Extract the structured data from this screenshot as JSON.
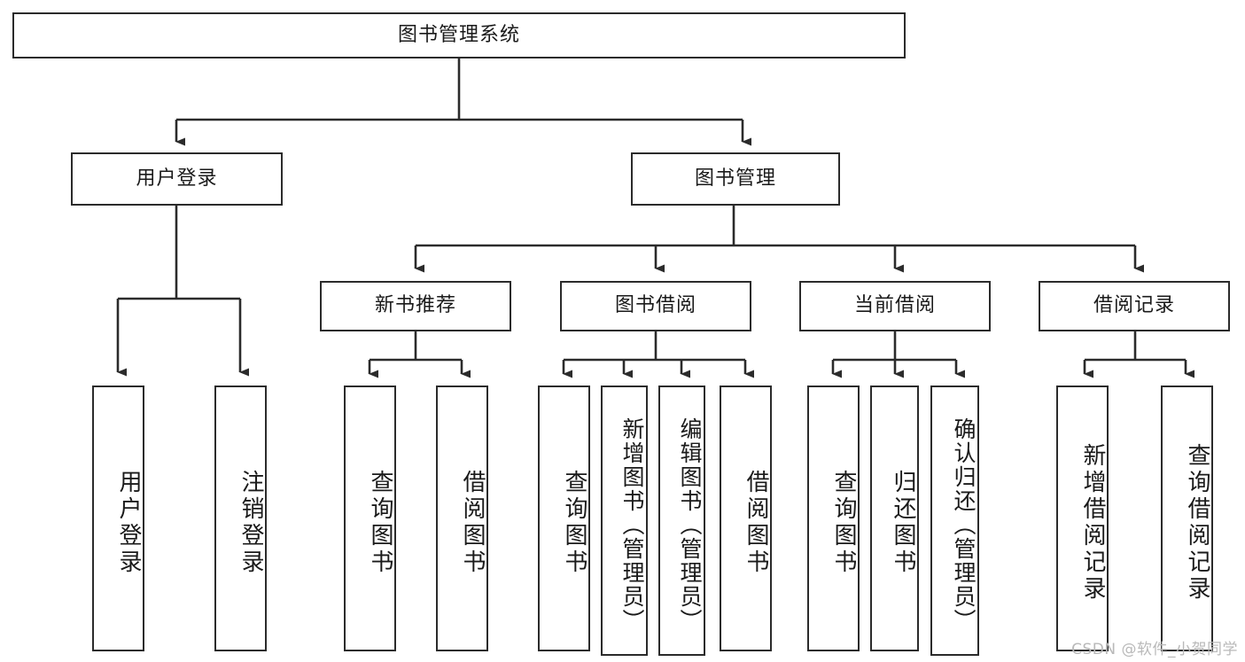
{
  "diagram": {
    "type": "tree-flowchart",
    "title": "图书管理系统",
    "watermark": "CSDN @软件_小贺同学",
    "colors": {
      "stroke": "#2b2b2b",
      "fill": "#ffffff",
      "text": "#1a1a1a",
      "watermark": "#b9b9b9"
    },
    "levels": {
      "root": {
        "label": "图书管理系统"
      },
      "level2": [
        {
          "id": "user-login",
          "label": "用户登录"
        },
        {
          "id": "book-management",
          "label": "图书管理"
        }
      ],
      "level3": [
        {
          "id": "new-book-recommend",
          "label": "新书推荐"
        },
        {
          "id": "book-borrow",
          "label": "图书借阅"
        },
        {
          "id": "current-borrow",
          "label": "当前借阅"
        },
        {
          "id": "borrow-record",
          "label": "借阅记录"
        }
      ],
      "leaves": [
        {
          "id": "leaf-user-login",
          "label": "用户登录",
          "parent": "user-login"
        },
        {
          "id": "leaf-user-logout",
          "label": "注销登录",
          "parent": "user-login"
        },
        {
          "id": "leaf-query-book-1",
          "label": "查询图书",
          "parent": "new-book-recommend"
        },
        {
          "id": "leaf-borrow-book-1",
          "label": "借阅图书",
          "parent": "new-book-recommend"
        },
        {
          "id": "leaf-query-book-2",
          "label": "查询图书",
          "parent": "book-borrow"
        },
        {
          "id": "leaf-add-book",
          "label": "新增图书（管理员）",
          "parent": "book-borrow"
        },
        {
          "id": "leaf-edit-book",
          "label": "编辑图书（管理员）",
          "parent": "book-borrow"
        },
        {
          "id": "leaf-borrow-book-2",
          "label": "借阅图书",
          "parent": "book-borrow"
        },
        {
          "id": "leaf-query-book-3",
          "label": "查询图书",
          "parent": "current-borrow"
        },
        {
          "id": "leaf-return-book",
          "label": "归还图书",
          "parent": "current-borrow"
        },
        {
          "id": "leaf-confirm-return",
          "label": "确认归还（管理员）",
          "parent": "current-borrow"
        },
        {
          "id": "leaf-add-record",
          "label": "新增借阅记录",
          "parent": "borrow-record"
        },
        {
          "id": "leaf-query-record",
          "label": "查询借阅记录",
          "parent": "borrow-record"
        }
      ]
    }
  }
}
